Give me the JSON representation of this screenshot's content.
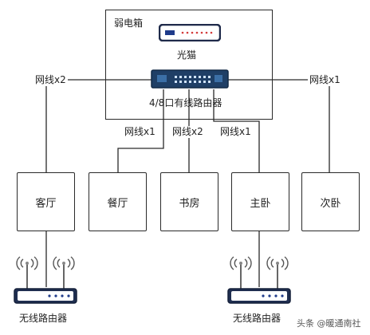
{
  "cabinet": {
    "title": "弱电箱"
  },
  "modem": {
    "label": "光猫"
  },
  "switch": {
    "label": "4/8口有线路由器"
  },
  "links": {
    "living_room": "网线x2",
    "bedroom2": "网线x1",
    "dining": "网线x1",
    "study": "网线x2",
    "master": "网线x1"
  },
  "rooms": {
    "living_room": "客厅",
    "dining": "餐厅",
    "study": "书房",
    "master": "主卧",
    "bedroom2": "次卧"
  },
  "wifi_routers": {
    "left": "无线路由器",
    "right": "无线路由器"
  },
  "watermark": "头条 @暖通南社"
}
